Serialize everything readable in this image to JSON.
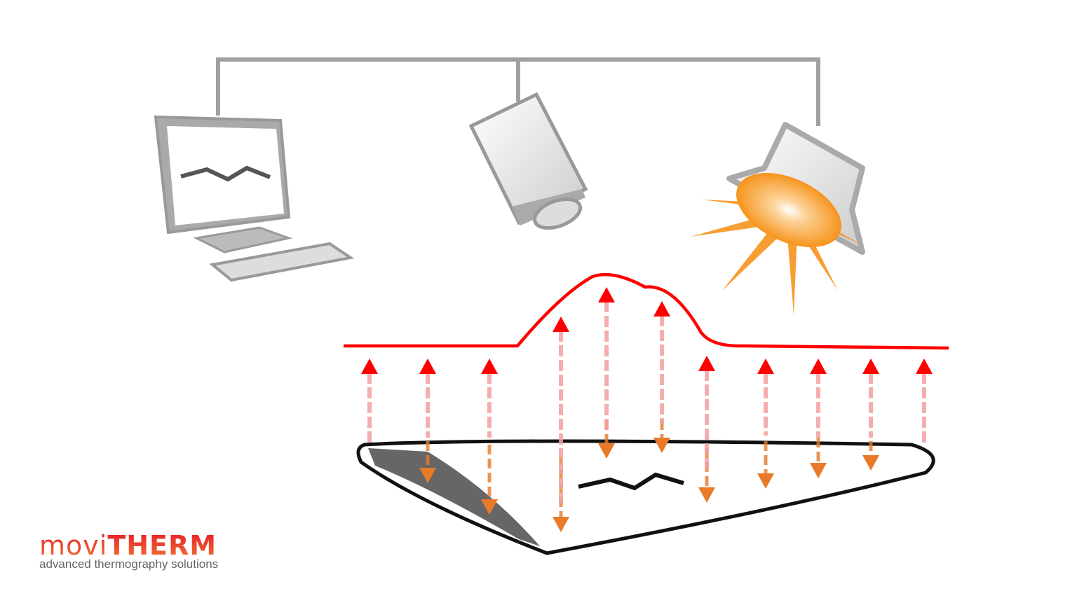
{
  "logo": {
    "brand_prefix": "movi",
    "brand_suffix": "THERM",
    "tagline": "advanced thermography solutions"
  },
  "colors": {
    "cable": "#a0a0a0",
    "temperature_curve": "#ff0000",
    "emitted_arrow": "#ff0000",
    "reflected_arrow": "#e87a2a",
    "flash": "#f7941d"
  },
  "icons": [
    "computer-monitor-icon",
    "infrared-camera-icon",
    "flash-lamp-icon",
    "specimen-wing-icon"
  ]
}
